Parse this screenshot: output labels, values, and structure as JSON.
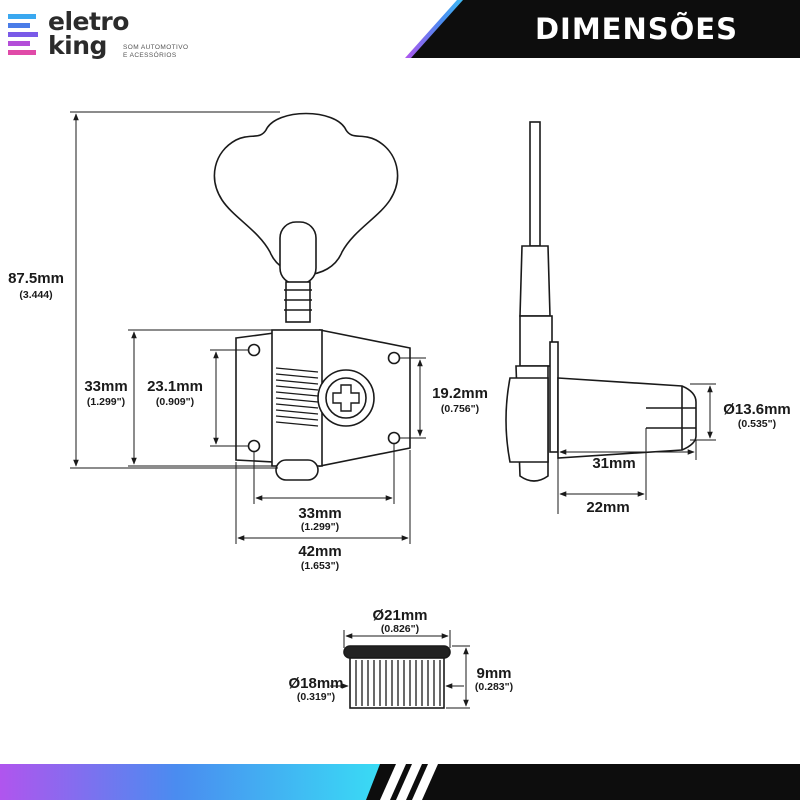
{
  "brand": {
    "name_line1": "eletro",
    "name_line2": "king",
    "tagline_line1": "SOM AUTOMOTIVO",
    "tagline_line2": "E ACESSÓRIOS"
  },
  "header": {
    "title": "DIMENSÕES"
  },
  "colors": {
    "ink": "#1a1a1a",
    "title_bar": "#0d0d0d",
    "gradient": [
      "#38e0f5",
      "#4a8cf0",
      "#b055ee"
    ]
  },
  "dimensions": {
    "total_height": {
      "mm": "87.5mm",
      "inch": "(3.444)"
    },
    "plate_height": {
      "mm": "33mm",
      "inch": "(1.299\")"
    },
    "hole_spacing_vertical": {
      "mm": "23.1mm",
      "inch": "(0.909\")"
    },
    "right_hole_spacing": {
      "mm": "19.2mm",
      "inch": "(0.756\")"
    },
    "hole_spacing_horizontal": {
      "mm": "33mm",
      "inch": "(1.299\")"
    },
    "plate_width": {
      "mm": "42mm",
      "inch": "(1.653\")"
    },
    "post_diameter": {
      "mm": "Ø13.6mm",
      "inch": "(0.535\")"
    },
    "post_length": {
      "mm": "31mm"
    },
    "post_exposed": {
      "mm": "22mm"
    },
    "bushing_diameter": {
      "mm": "Ø21mm",
      "inch": "(0.826\")"
    },
    "bushing_inner": {
      "mm": "Ø18mm",
      "inch": "(0.319\")"
    },
    "bushing_height": {
      "mm": "9mm",
      "inch": "(0.283\")"
    }
  }
}
